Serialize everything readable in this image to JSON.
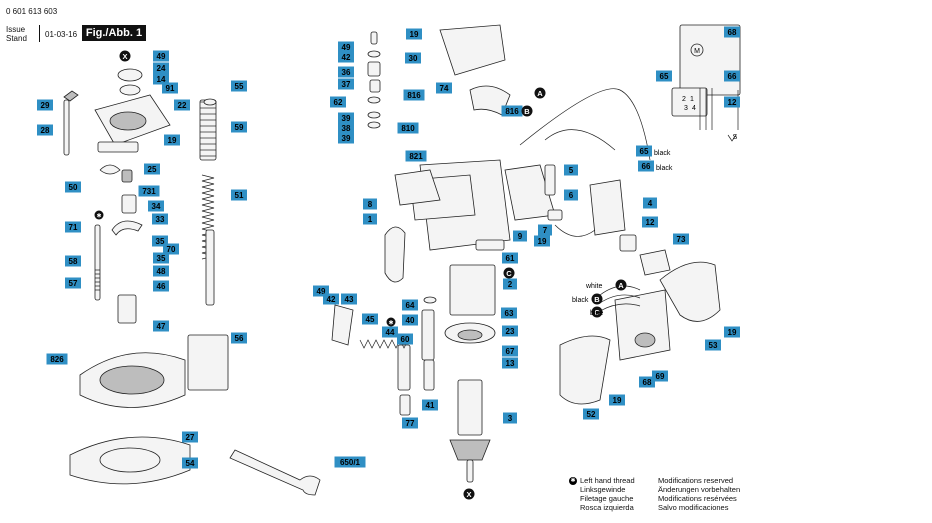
{
  "header": {
    "doc_number": "0 601 613 603",
    "issue_label": "Issue",
    "stand_label": "Stand",
    "issue_date": "01-03-16",
    "figure_label": "Fig./Abb. 1"
  },
  "legend": {
    "left_hand_thread": [
      "Left hand thread",
      "Linksgewinde",
      "Filetage gauche",
      "Rosca izquierda"
    ],
    "modifications": [
      "Modifications reserved",
      "Änderungen vorbehalten",
      "Modifications resérvées",
      "Salvo modificaciones"
    ]
  },
  "wire_labels": {
    "white": "white",
    "black": "black",
    "blue": "blue",
    "black_65": "black",
    "black_66": "black",
    "A": "A",
    "B": "B",
    "C": "C",
    "X": "X"
  },
  "part_labels": {
    "p49a": "49",
    "p24": "24",
    "p14": "14",
    "p91": "91",
    "p29": "29",
    "p22": "22",
    "p28": "28",
    "p19a": "19",
    "p25": "25",
    "p50": "50",
    "p731": "731",
    "p34": "34",
    "p33": "33",
    "p71": "71",
    "p35a": "35",
    "p70": "70",
    "p58": "58",
    "p35b": "35",
    "p48": "48",
    "p57": "57",
    "p46": "46",
    "p47": "47",
    "p826": "826",
    "p27": "27",
    "p54": "54",
    "p55": "55",
    "p59": "59",
    "p51": "51",
    "p56": "56",
    "p49b": "49",
    "p42a": "42",
    "p36": "36",
    "p37": "37",
    "p62": "62",
    "p39a": "39",
    "p38": "38",
    "p39b": "39",
    "p8": "8",
    "p1": "1",
    "p19b": "19",
    "p30": "30",
    "p816a": "816",
    "p74": "74",
    "p816b": "816",
    "p810": "810",
    "p821": "821",
    "p49c": "49",
    "p42b": "42",
    "p43": "43",
    "p45": "45",
    "p44": "44",
    "p60": "60",
    "p77": "77",
    "p41": "41",
    "p40": "40",
    "p64": "64",
    "p9": "9",
    "p61": "61",
    "p2": "2",
    "p63": "63",
    "p23": "23",
    "p67": "67",
    "p13": "13",
    "p3": "3",
    "p650": "650/1",
    "p5": "5",
    "p6": "6",
    "p7": "7",
    "p19c": "19",
    "p65": "65",
    "p66": "66",
    "p4": "4",
    "p12a": "12",
    "p73": "73",
    "p68a": "68",
    "p65b": "65",
    "p66b": "66",
    "p12b": "12",
    "p19d": "19",
    "p53": "53",
    "p69": "69",
    "p68b": "68",
    "p52": "52",
    "p19e": "19"
  },
  "schematic_labels": [
    "M",
    "2",
    "1",
    "3",
    "4",
    "S"
  ]
}
